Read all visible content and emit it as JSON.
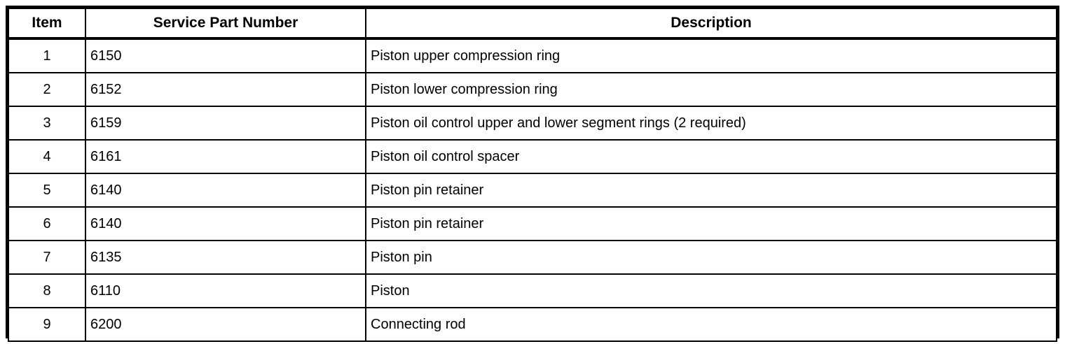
{
  "table": {
    "columns": [
      {
        "label": "Item"
      },
      {
        "label": "Service Part Number"
      },
      {
        "label": "Description"
      }
    ],
    "rows": [
      {
        "item": "1",
        "part_number": "6150",
        "description": "Piston upper compression ring"
      },
      {
        "item": "2",
        "part_number": "6152",
        "description": "Piston lower compression ring"
      },
      {
        "item": "3",
        "part_number": "6159",
        "description": "Piston oil control upper and lower segment rings (2 required)"
      },
      {
        "item": "4",
        "part_number": "6161",
        "description": "Piston oil control spacer"
      },
      {
        "item": "5",
        "part_number": "6140",
        "description": "Piston pin retainer"
      },
      {
        "item": "6",
        "part_number": "6140",
        "description": "Piston pin retainer"
      },
      {
        "item": "7",
        "part_number": "6135",
        "description": "Piston pin"
      },
      {
        "item": "8",
        "part_number": "6110",
        "description": "Piston"
      },
      {
        "item": "9",
        "part_number": "6200",
        "description": "Connecting rod"
      }
    ],
    "border_color": "#000000",
    "background_color": "#ffffff"
  }
}
